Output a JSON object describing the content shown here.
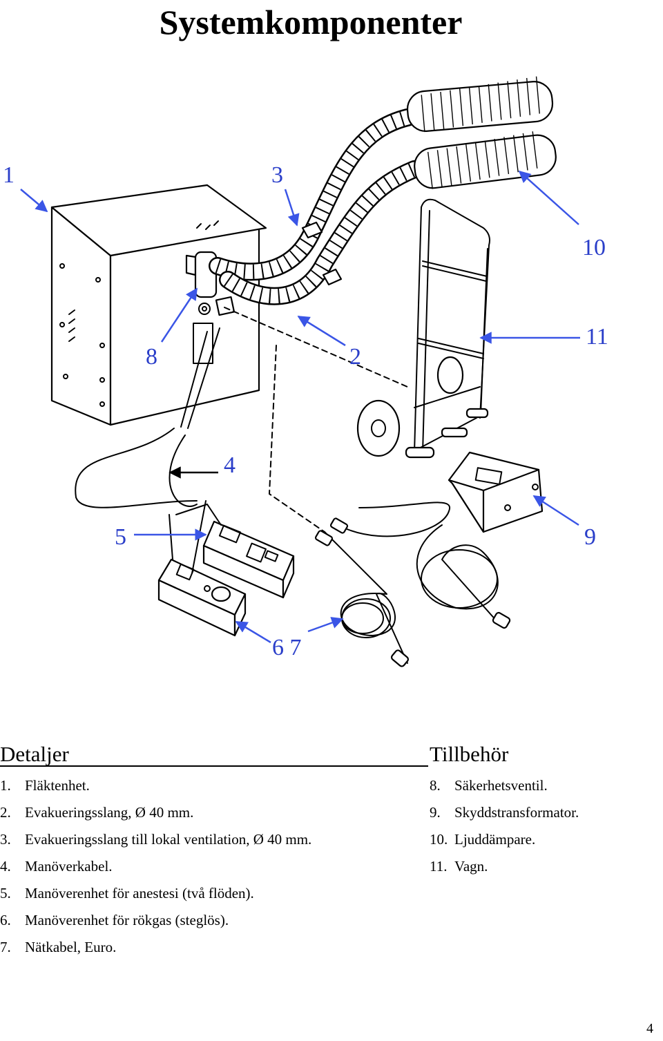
{
  "title": "Systemkomponenter",
  "callouts": {
    "c1": "1",
    "c2": "2",
    "c3": "3",
    "c4": "4",
    "c5": "5",
    "c67": "6 7",
    "c8": "8",
    "c9": "9",
    "c10": "10",
    "c11": "11"
  },
  "details": {
    "heading": "Detaljer",
    "items": [
      {
        "num": "1.",
        "text": "Fläktenhet."
      },
      {
        "num": "2.",
        "text": "Evakueringsslang, Ø 40 mm."
      },
      {
        "num": "3.",
        "text": "Evakueringsslang till lokal ventilation, Ø 40 mm."
      },
      {
        "num": "4.",
        "text": "Manöverkabel."
      },
      {
        "num": "5.",
        "text": "Manöverenhet för anestesi (två flöden)."
      },
      {
        "num": "6.",
        "text": "Manöverenhet för rökgas (steglös)."
      },
      {
        "num": "7.",
        "text": "Nätkabel, Euro."
      }
    ]
  },
  "accessories": {
    "heading": "Tillbehör",
    "items": [
      {
        "num": "8.",
        "text": "Säkerhetsventil."
      },
      {
        "num": "9.",
        "text": "Skyddstransformator."
      },
      {
        "num": "10.",
        "text": "Ljuddämpare."
      },
      {
        "num": "11.",
        "text": "Vagn."
      }
    ]
  },
  "page_number": "4",
  "colors": {
    "callout": "#2a3ec9",
    "arrow": "#3a55e6"
  }
}
